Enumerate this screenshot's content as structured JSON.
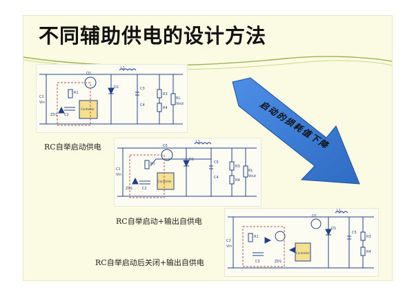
{
  "title": "不同辅助供电的设计方法",
  "arrow_label": "启动的损耗值下降",
  "captions": {
    "c1": "RC自举启动供电",
    "c2": "RC自举启动+输出自供电",
    "c3": "RC自举启动后关闭+输出自供电"
  },
  "diagram_labels": {
    "q1": "Q1",
    "l1": "L1",
    "d1": "D1",
    "c1": "C1",
    "c2": "C2",
    "c3": "C3",
    "c4": "C4",
    "c5": "C5",
    "r1": "R1",
    "r2": "R2",
    "r3": "R3",
    "r4": "R4",
    "rl": "RL",
    "vin": "Vin",
    "vout": "Vout",
    "zd1": "ZD1",
    "controller": "Controller"
  },
  "colors": {
    "slide_bg": "#fafbe2",
    "arrow_fill": "#3f7fd8",
    "arrow_edge": "#1c4f9e",
    "swoosh": "#9ab44a",
    "wire": "#1e3f8f",
    "controller": "#f6e08c",
    "dashed_loop": "#c0504d"
  }
}
